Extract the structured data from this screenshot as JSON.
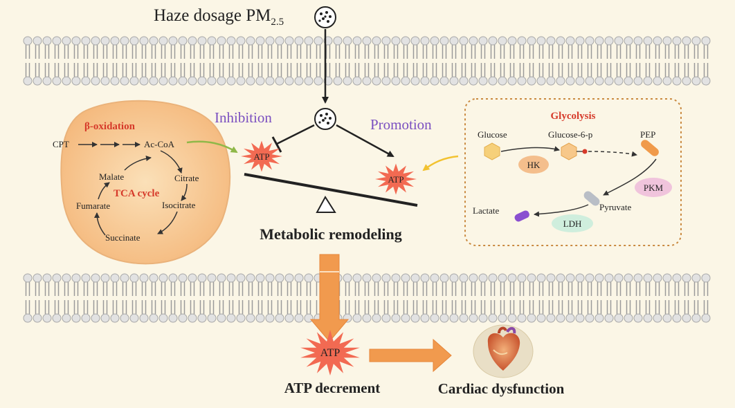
{
  "title": {
    "main": "Haze dosage PM",
    "sub": "2.5"
  },
  "labels": {
    "inhibition": "Inhibition",
    "promotion": "Promotion",
    "metabolic_remodeling": "Metabolic remodeling",
    "atp": "ATP",
    "atp_decrement": "ATP decrement",
    "cardiac_dysfunction": "Cardiac dysfunction"
  },
  "mitochondrion": {
    "beta_oxidation": "β-oxidation",
    "cpt": "CPT",
    "ac_coa": "Ac-CoA",
    "citrate": "Citrate",
    "isocitrate": "Isocitrate",
    "succinate": "Succinate",
    "fumarate": "Fumarate",
    "malate": "Malate",
    "tca_cycle": "TCA cycle"
  },
  "glycolysis": {
    "title": "Glycolysis",
    "glucose": "Glucose",
    "glucose6p": "Glucose-6-p",
    "pep": "PEP",
    "hk": "HK",
    "pkm": "PKM",
    "pyruvate": "Pyruvate",
    "lactate": "Lactate",
    "ldh": "LDH"
  },
  "colors": {
    "background": "#fbf6e6",
    "label_purple": "#7a4fc0",
    "red_text": "#d63a2a",
    "starburst": "#f26a52",
    "arrow_orange": "#f19a4e",
    "membrane_head": "#e2e2e2",
    "mito_fill": "#f7c88f",
    "dash_border": "#c9893f"
  }
}
